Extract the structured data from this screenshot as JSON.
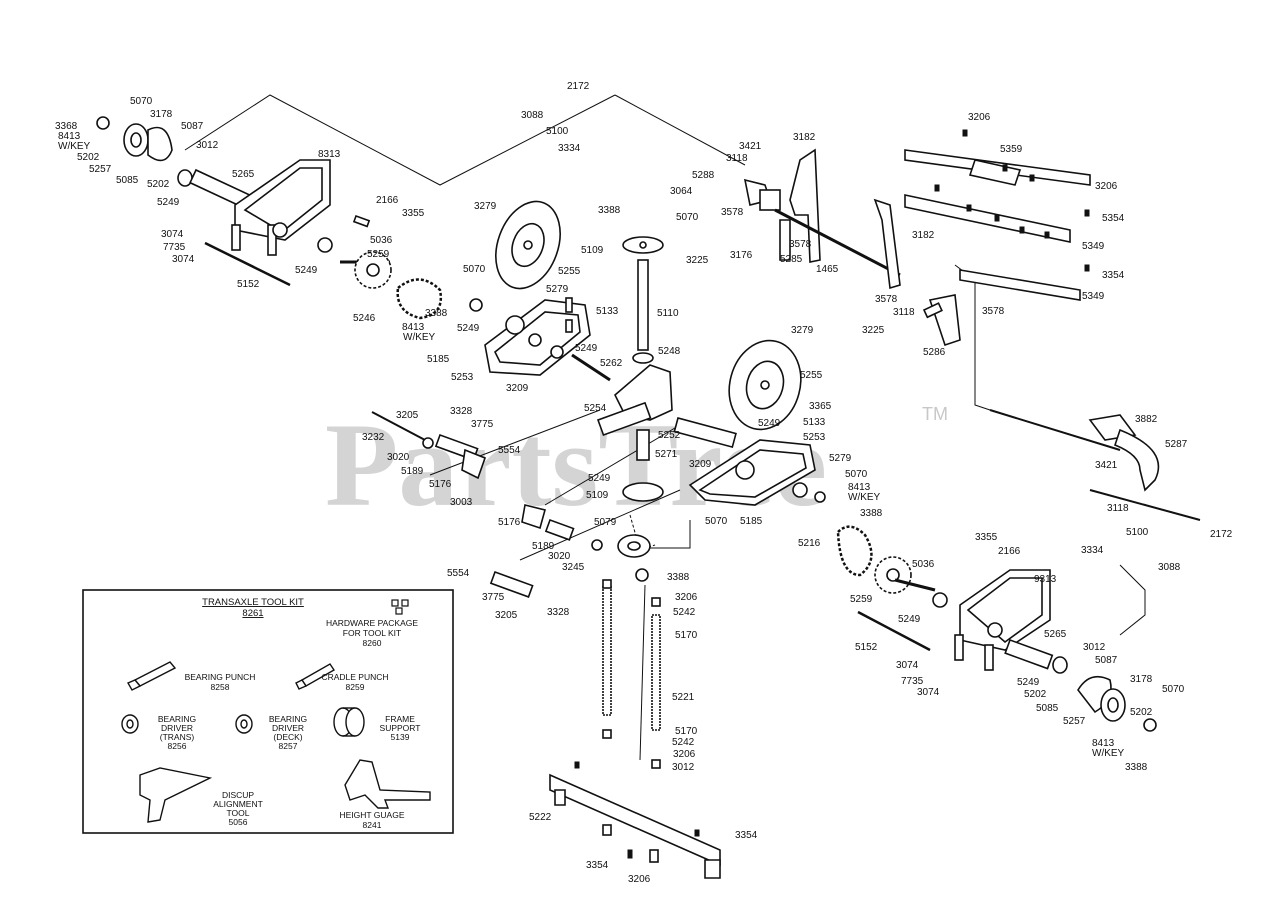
{
  "watermark": {
    "text": "PartsTree",
    "trademark": "TM"
  },
  "kit": {
    "title": "TRANSAXLE TOOL KIT",
    "number": "8261",
    "hardware_package": [
      "HARDWARE PACKAGE",
      "FOR TOOL KIT",
      "8260"
    ],
    "items": [
      {
        "icon": "bearing-punch-icon",
        "lines": [
          "BEARING PUNCH",
          "8258"
        ]
      },
      {
        "icon": "cradle-punch-icon",
        "lines": [
          "CRADLE PUNCH",
          "8259"
        ]
      },
      {
        "icon": "bearing-driver-trans-icon",
        "lines": [
          "BEARING",
          "DRIVER",
          "(TRANS)",
          "8256"
        ]
      },
      {
        "icon": "bearing-driver-deck-icon",
        "lines": [
          "BEARING",
          "DRIVER",
          "(DECK)",
          "8257"
        ]
      },
      {
        "icon": "frame-support-icon",
        "lines": [
          "FRAME",
          "SUPPORT",
          "5139"
        ]
      },
      {
        "icon": "discup-alignment-tool-icon",
        "lines": [
          "DISCUP",
          "ALIGNMENT",
          "TOOL",
          "5056"
        ]
      },
      {
        "icon": "height-gauge-icon",
        "lines": [
          "HEIGHT GUAGE",
          "8241"
        ]
      }
    ]
  },
  "parts": [
    "5070",
    "3368",
    "8413",
    "W/KEY",
    "3178",
    "5087",
    "3012",
    "5202",
    "5257",
    "5085",
    "5202",
    "5249",
    "5265",
    "8313",
    "2166",
    "3355",
    "5036",
    "3074",
    "7735",
    "3074",
    "5249",
    "5259",
    "5152",
    "5246",
    "8413",
    "W/KEY",
    "3388",
    "5249",
    "5185",
    "5253",
    "3209",
    "5262",
    "5249",
    "5133",
    "5279",
    "5070",
    "3279",
    "5255",
    "5109",
    "5110",
    "5248",
    "3388",
    "5070",
    "3225",
    "3176",
    "5285",
    "1465",
    "3578",
    "3578",
    "3182",
    "3421",
    "3118",
    "5288",
    "3064",
    "3088",
    "5100",
    "3334",
    "2172",
    "3206",
    "5359",
    "3206",
    "5354",
    "5349",
    "3354",
    "5349",
    "3182",
    "3578",
    "3578",
    "3118",
    "3225",
    "5286",
    "3882",
    "5287",
    "3421",
    "3118",
    "2172",
    "5100",
    "3334",
    "3088",
    "3279",
    "5255",
    "3365",
    "5133",
    "5253",
    "5249",
    "5279",
    "5070",
    "8413",
    "W/KEY",
    "3388",
    "5185",
    "5070",
    "3209",
    "5252",
    "5254",
    "5271",
    "5249",
    "5109",
    "5079",
    "3388",
    "3205",
    "3328",
    "3775",
    "5554",
    "3232",
    "3020",
    "5189",
    "5176",
    "3003",
    "5176",
    "5189",
    "3020",
    "3245",
    "5554",
    "3775",
    "3205",
    "3328",
    "5216",
    "5259",
    "5036",
    "3355",
    "2166",
    "9313",
    "5249",
    "5152",
    "3074",
    "7735",
    "3074",
    "5265",
    "5249",
    "5202",
    "5085",
    "3012",
    "5087",
    "3178",
    "5070",
    "5257",
    "5202",
    "8413",
    "W/KEY",
    "3388",
    "3206",
    "5242",
    "5170",
    "5221",
    "5170",
    "5242",
    "3206",
    "3012",
    "5222",
    "3354",
    "3354",
    "3206"
  ]
}
